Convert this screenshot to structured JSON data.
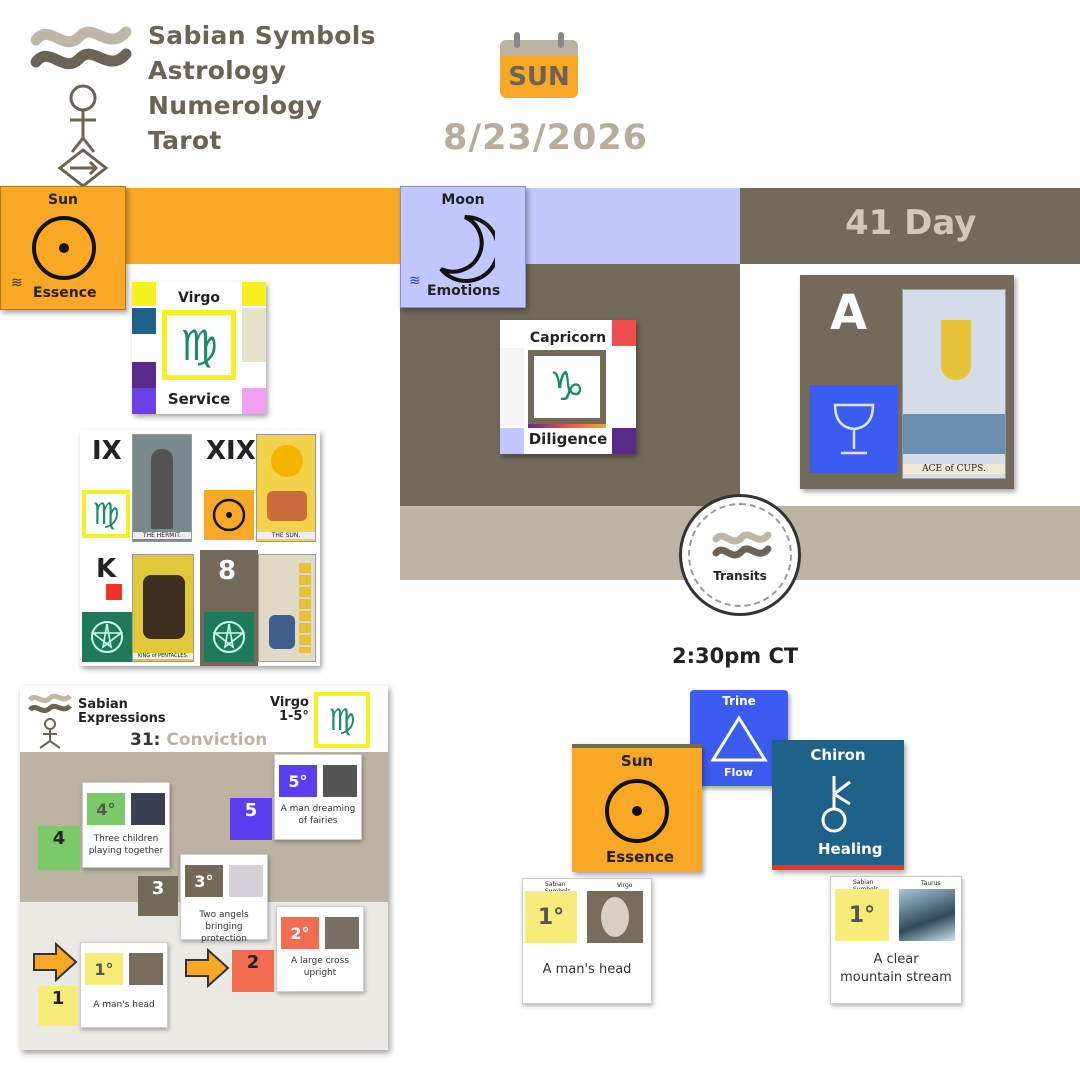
{
  "header": {
    "brand_lines": [
      "Sabian Symbols",
      "Astrology",
      "Numerology",
      "Tarot"
    ],
    "day_badge": "SUN",
    "date": "8/23/2026"
  },
  "colors": {
    "sun": "#f9a826",
    "moon": "#c1c8ff",
    "taupe": "#736a59",
    "light_taupe": "#bcb3a3",
    "teal_glyph": "#1a8a6c",
    "chiron_blue": "#1f6289",
    "trine_blue": "#3c5cf0"
  },
  "sun_panel": {
    "title": "Sun",
    "caption": "Essence",
    "sign_card": {
      "name": "Virgo",
      "glyph": "♍",
      "keyword": "Service"
    },
    "tarot_grid": [
      {
        "numeral": "IX",
        "card_caption": "THE HERMIT."
      },
      {
        "numeral": "XIX",
        "card_caption": "THE SUN."
      },
      {
        "numeral": "K",
        "card_caption": "KING of PENTACLES."
      },
      {
        "numeral": "8",
        "card_caption": ""
      }
    ]
  },
  "moon_panel": {
    "title": "Moon",
    "caption": "Emotions",
    "sign_card": {
      "name": "Capricorn",
      "glyph": "♑",
      "keyword": "Diligence"
    }
  },
  "day_panel": {
    "label": "41 Day",
    "card_letter": "A",
    "card_caption": "ACE of CUPS."
  },
  "transits": {
    "label": "Transits",
    "time": "2:30pm CT",
    "aspect": {
      "name": "Trine",
      "caption": "Flow"
    },
    "left": {
      "title": "Sun",
      "caption": "Essence",
      "degree": "1°",
      "sign": "Virgo",
      "symbol": "A man's head"
    },
    "right": {
      "title": "Chiron",
      "caption": "Healing",
      "degree": "1°",
      "sign": "Taurus",
      "symbol_line1": "A clear",
      "symbol_line2": "mountain stream"
    }
  },
  "expressions": {
    "title_line1": "Sabian",
    "title_line2": "Expressions",
    "sign": "Virgo",
    "range": "1-5°",
    "number": "31:",
    "theme": "Conviction",
    "mini_brand_line1": "Sabian",
    "mini_brand_line2": "Symbols",
    "steps": [
      {
        "n": "1",
        "deg": "1°",
        "text": "A man's head"
      },
      {
        "n": "2",
        "deg": "2°",
        "text": "A large cross upright"
      },
      {
        "n": "3",
        "deg": "3°",
        "text": "Two angels bringing protection"
      },
      {
        "n": "4",
        "deg": "4°",
        "text": "Three children playing together"
      },
      {
        "n": "5",
        "deg": "5°",
        "text": "A man dreaming of fairies"
      }
    ]
  }
}
